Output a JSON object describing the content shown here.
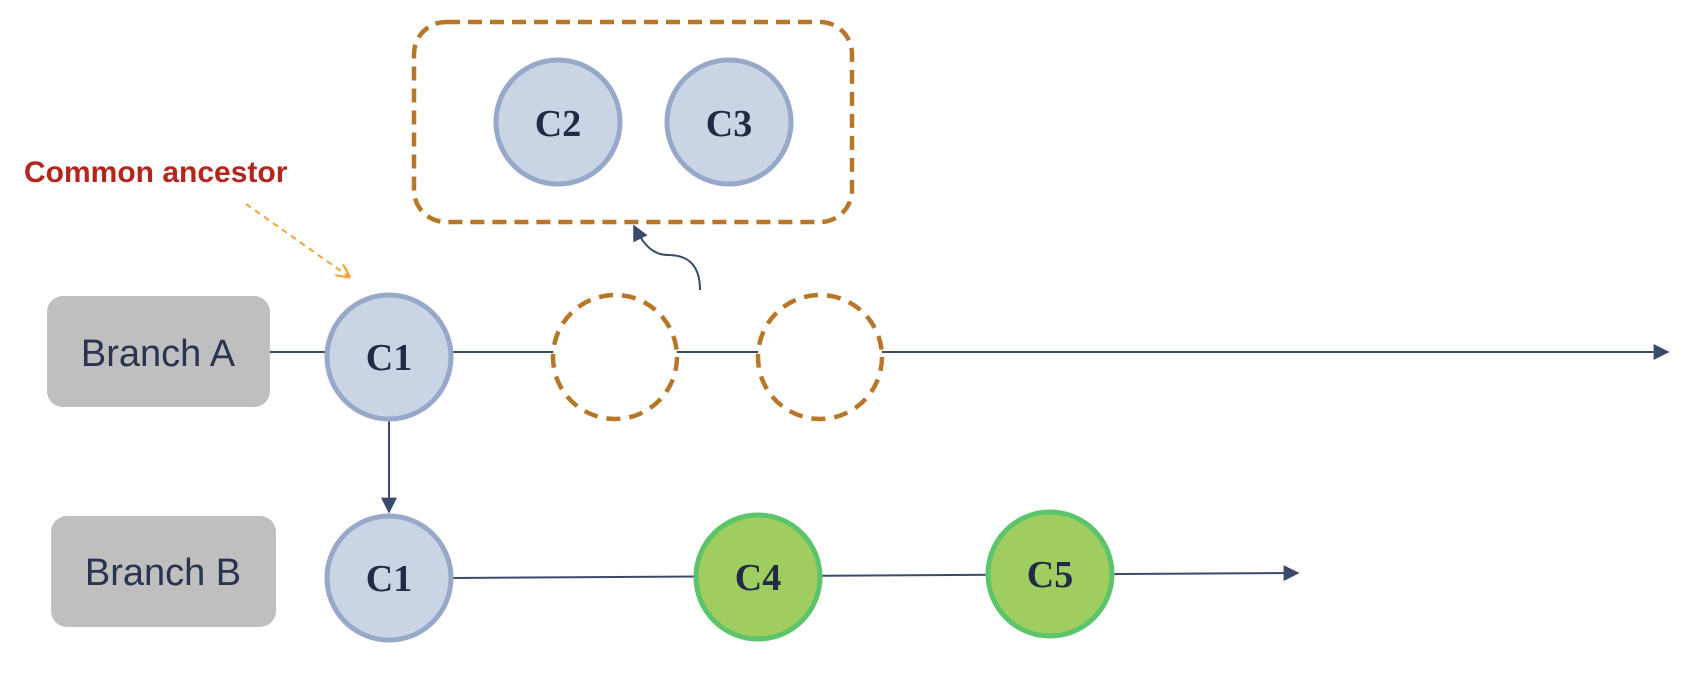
{
  "annotation": {
    "text": "Common ancestor"
  },
  "branches": [
    {
      "id": "a",
      "label": "Branch A"
    },
    {
      "id": "b",
      "label": "Branch B"
    }
  ],
  "commits": {
    "a_c1": "C1",
    "stash_c2": "C2",
    "stash_c3": "C3",
    "b_c1": "C1",
    "b_c4": "C4",
    "b_c5": "C5"
  },
  "colors": {
    "line": "#3b4a6b",
    "commit_fill": "#c9d4e5",
    "commit_stroke": "#97a8c9",
    "new_commit_fill": "#9fcd5f",
    "new_commit_stroke": "#5cc46a",
    "dashed": "#b87728",
    "annotation_text": "#b3261e",
    "annotation_arrow": "#f2a43a",
    "branch_box": "#bfbfbf"
  }
}
